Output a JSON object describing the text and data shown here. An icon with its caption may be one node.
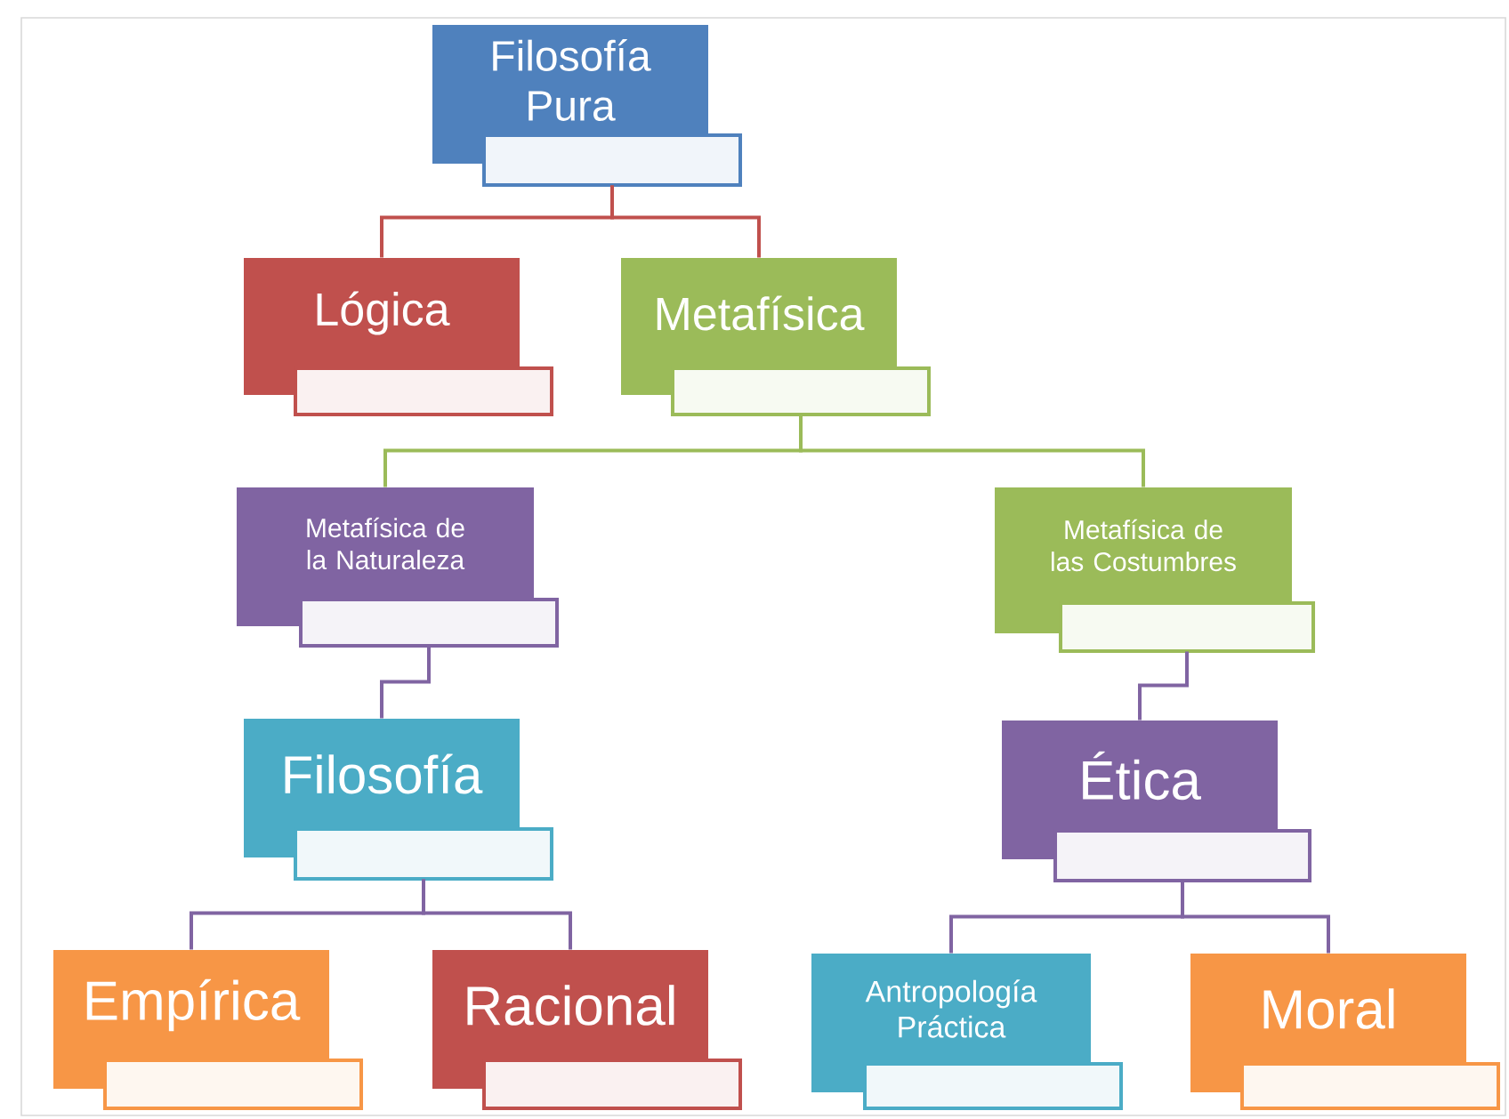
{
  "diagram": {
    "nodes": [
      {
        "text": [
          "Filosofía Pura"
        ]
      },
      {
        "text": [
          "Lógica"
        ]
      },
      {
        "text": [
          "Metafísica"
        ]
      },
      {
        "text": [
          "Metafísica de la Naturaleza"
        ]
      },
      {
        "text": [
          "Metafísica de las Costumbres"
        ]
      },
      {
        "text": [
          "Filosofía"
        ]
      },
      {
        "text": [
          "Ética"
        ]
      },
      {
        "text": [
          "Empírica"
        ]
      },
      {
        "text": [
          "Racional"
        ]
      },
      {
        "text": [
          "Antropología Práctica"
        ]
      },
      {
        "text": [
          "Moral"
        ]
      }
    ],
    "edges": [
      {
        "from": 0,
        "to": 1,
        "arrow": "none",
        "color": "#c0504d"
      },
      {
        "from": 0,
        "to": 2,
        "arrow": "none",
        "color": "#c0504d"
      },
      {
        "from": 2,
        "to": 3,
        "arrow": "none",
        "color": "#9bbb59"
      },
      {
        "from": 2,
        "to": 4,
        "arrow": "none",
        "color": "#9bbb59"
      },
      {
        "from": 3,
        "to": 5,
        "arrow": "none"
      },
      {
        "from": 4,
        "to": 6,
        "arrow": "none"
      },
      {
        "from": 5,
        "to": 7,
        "arrow": "none"
      },
      {
        "from": 5,
        "to": 8,
        "arrow": "none"
      },
      {
        "from": 6,
        "to": 9,
        "arrow": "none"
      },
      {
        "from": 6,
        "to": 10,
        "arrow": "none"
      }
    ]
  }
}
